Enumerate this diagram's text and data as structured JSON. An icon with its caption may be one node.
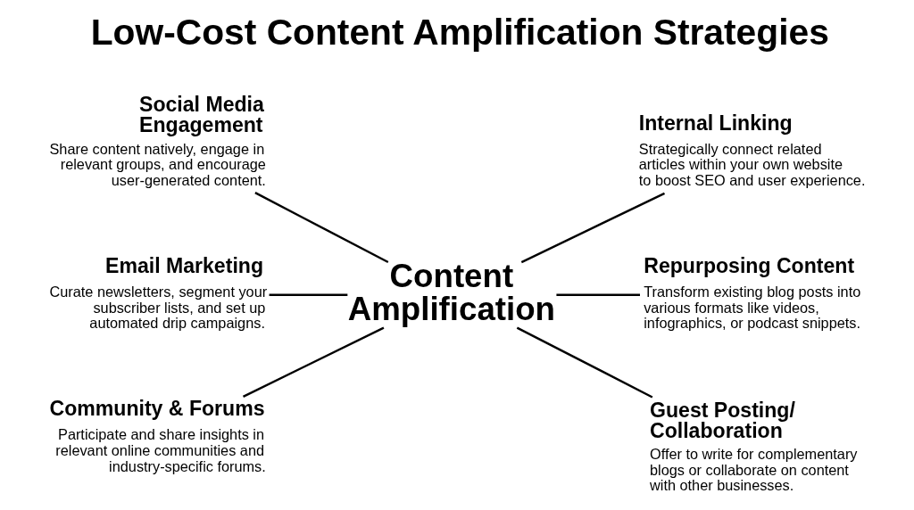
{
  "diagram": {
    "title": "Low-Cost Content Amplification Strategies",
    "nodes": [
      {
        "text": [
          "Content Amplification"
        ]
      },
      {
        "text": [
          "Social Media Engagement",
          "Share content natively, engage in relevant groups, and encourage user-generated content."
        ]
      },
      {
        "text": [
          "Email Marketing",
          "Curate newsletters, segment your subscriber lists, and set up automated drip campaigns."
        ]
      },
      {
        "text": [
          "Community & Forums",
          "Participate and share insights in relevant online communities and industry-specific forums."
        ]
      },
      {
        "text": [
          "Internal Linking",
          "Strategically connect related articles within your own website to boost SEO and user experience."
        ]
      },
      {
        "text": [
          "Repurposing Content",
          "Transform existing blog posts into various formats like videos, infographics, or podcast snippets."
        ]
      },
      {
        "text": [
          "Guest Posting/ Collaboration",
          "Offer to write for complementary blogs or collaborate on content with other businesses."
        ]
      }
    ],
    "edges": [
      {
        "from": 0,
        "to": 1,
        "arrow": "none"
      },
      {
        "from": 0,
        "to": 2,
        "arrow": "none"
      },
      {
        "from": 0,
        "to": 3,
        "arrow": "none"
      },
      {
        "from": 0,
        "to": 4,
        "arrow": "none"
      },
      {
        "from": 0,
        "to": 5,
        "arrow": "none"
      },
      {
        "from": 0,
        "to": 6,
        "arrow": "none"
      }
    ]
  }
}
